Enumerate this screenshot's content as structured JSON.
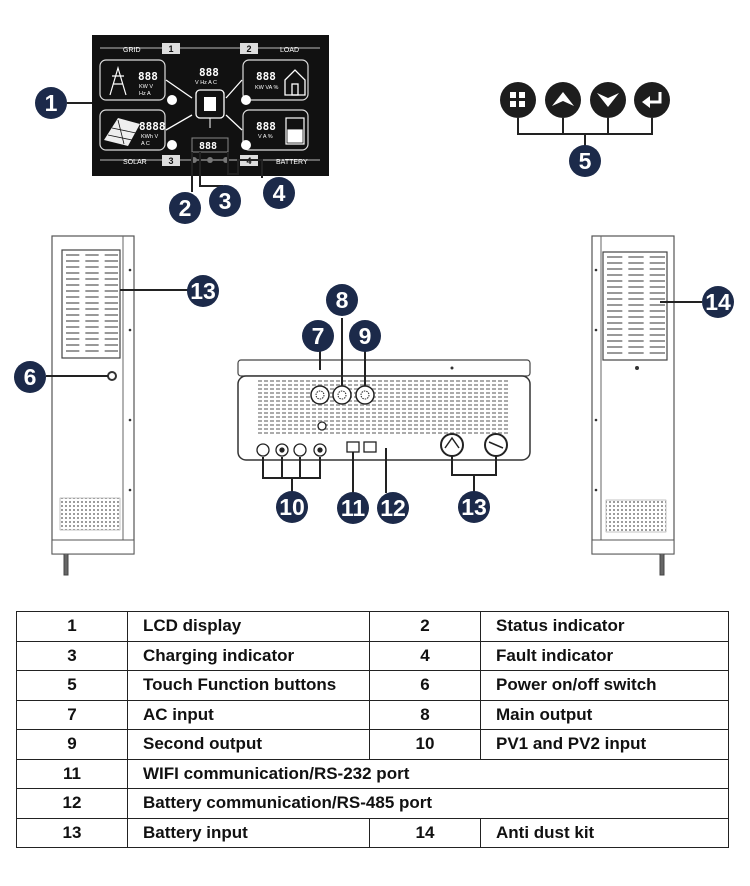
{
  "lcd": {
    "grid_label": "GRID",
    "load_label": "LOAD",
    "solar_label": "SOLAR",
    "battery_label": "BATTERY",
    "corner_1": "1",
    "corner_2": "2",
    "corner_3": "3",
    "corner_4": "4",
    "seg_grid": "888",
    "seg_center": "888",
    "seg_load": "888",
    "seg_solar": "8888",
    "seg_battery": "888",
    "seg_status": "888",
    "unit_grid": "KW  V",
    "unit_grid2": "Hz  A",
    "unit_center": "V  Hz  A  C",
    "unit_load": "KW  VA  %",
    "unit_solar": "KWh  V",
    "unit_solar2": "A    C",
    "unit_battery": "V  A  %"
  },
  "buttons": [
    {
      "name": "menu-grid-icon"
    },
    {
      "name": "up-arrow-icon"
    },
    {
      "name": "down-arrow-icon"
    },
    {
      "name": "enter-return-icon"
    }
  ],
  "callouts": {
    "c1": "1",
    "c2": "2",
    "c3": "3",
    "c4": "4",
    "c5": "5",
    "c6": "6",
    "c7": "7",
    "c8": "8",
    "c9": "9",
    "c10": "10",
    "c11": "11",
    "c12": "12",
    "c13a": "13",
    "c13b": "13",
    "c14": "14"
  },
  "legend": [
    {
      "n1": "1",
      "d1": "LCD display",
      "n2": "2",
      "d2": "Status indicator"
    },
    {
      "n1": "3",
      "d1": "Charging indicator",
      "n2": "4",
      "d2": "Fault indicator"
    },
    {
      "n1": "5",
      "d1": "Touch Function buttons",
      "n2": "6",
      "d2": "Power on/off switch"
    },
    {
      "n1": "7",
      "d1": "AC input",
      "n2": "8",
      "d2": "Main output"
    },
    {
      "n1": "9",
      "d1": "Second output",
      "n2": "10",
      "d2": "PV1 and PV2 input"
    },
    {
      "n1": "11",
      "d1": "WIFI communication/RS-232 port"
    },
    {
      "n1": "12",
      "d1": "Battery communication/RS-485 port"
    },
    {
      "n1": "13",
      "d1": "Battery input",
      "n2": "14",
      "d2": "Anti dust kit"
    }
  ]
}
